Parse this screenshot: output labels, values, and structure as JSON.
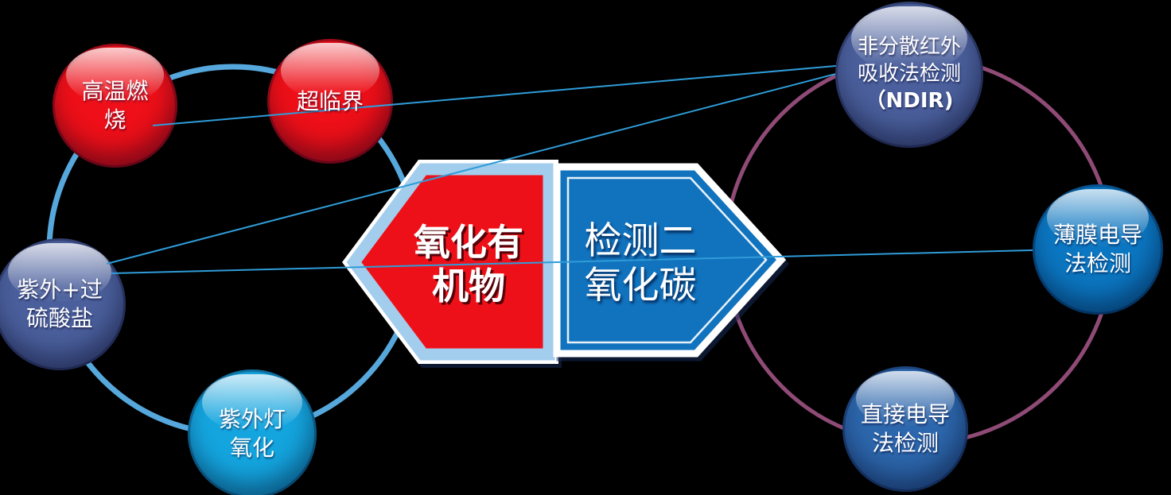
{
  "stage": {
    "background": "#000000"
  },
  "center": {
    "oxidize_arrow": {
      "label": "氧化有\n机物",
      "direction": "left",
      "fill": "#EE1018",
      "border_color": "#A3CDEC"
    },
    "detect_arrow": {
      "label": "检测二\n氧化碳",
      "direction": "right",
      "fill": "#1173BE",
      "border_color": "#FFFFFF"
    }
  },
  "left_cycle": {
    "ring_color": "#56A8DC",
    "nodes": [
      {
        "id": "high-temp-combustion",
        "label": "高温燃\n烧",
        "color": "#EE0F18"
      },
      {
        "id": "supercritical",
        "label": "超临界",
        "color": "#EE0F18"
      },
      {
        "id": "uv-persulfate",
        "label": "紫外+过\n硫酸盐",
        "color": "#4A5F9C"
      },
      {
        "id": "uv-lamp-oxidation",
        "label": "紫外灯\n氧化",
        "color": "#14A5DF"
      }
    ]
  },
  "right_cycle": {
    "ring_color": "#8F4B76",
    "nodes": [
      {
        "id": "ndir",
        "label": "非分散红外\n吸收法检测",
        "sublabel": "（NDIR)",
        "color": "#4A5F9C"
      },
      {
        "id": "membrane-conductivity",
        "label": "薄膜电导\n法检测",
        "color": "#0B76C1"
      },
      {
        "id": "direct-conductivity",
        "label": "直接电导\n法检测",
        "color": "#2C66AC"
      }
    ]
  },
  "connectors": {
    "color": "#2F9CD8",
    "links": [
      {
        "from": "高温燃烧",
        "to": "非分散红外吸收法检测（NDIR)"
      },
      {
        "from": "紫外+过硫酸盐",
        "to": "非分散红外吸收法检测（NDIR)"
      },
      {
        "from": "紫外+过硫酸盐",
        "to": "薄膜电导法检测"
      }
    ]
  }
}
